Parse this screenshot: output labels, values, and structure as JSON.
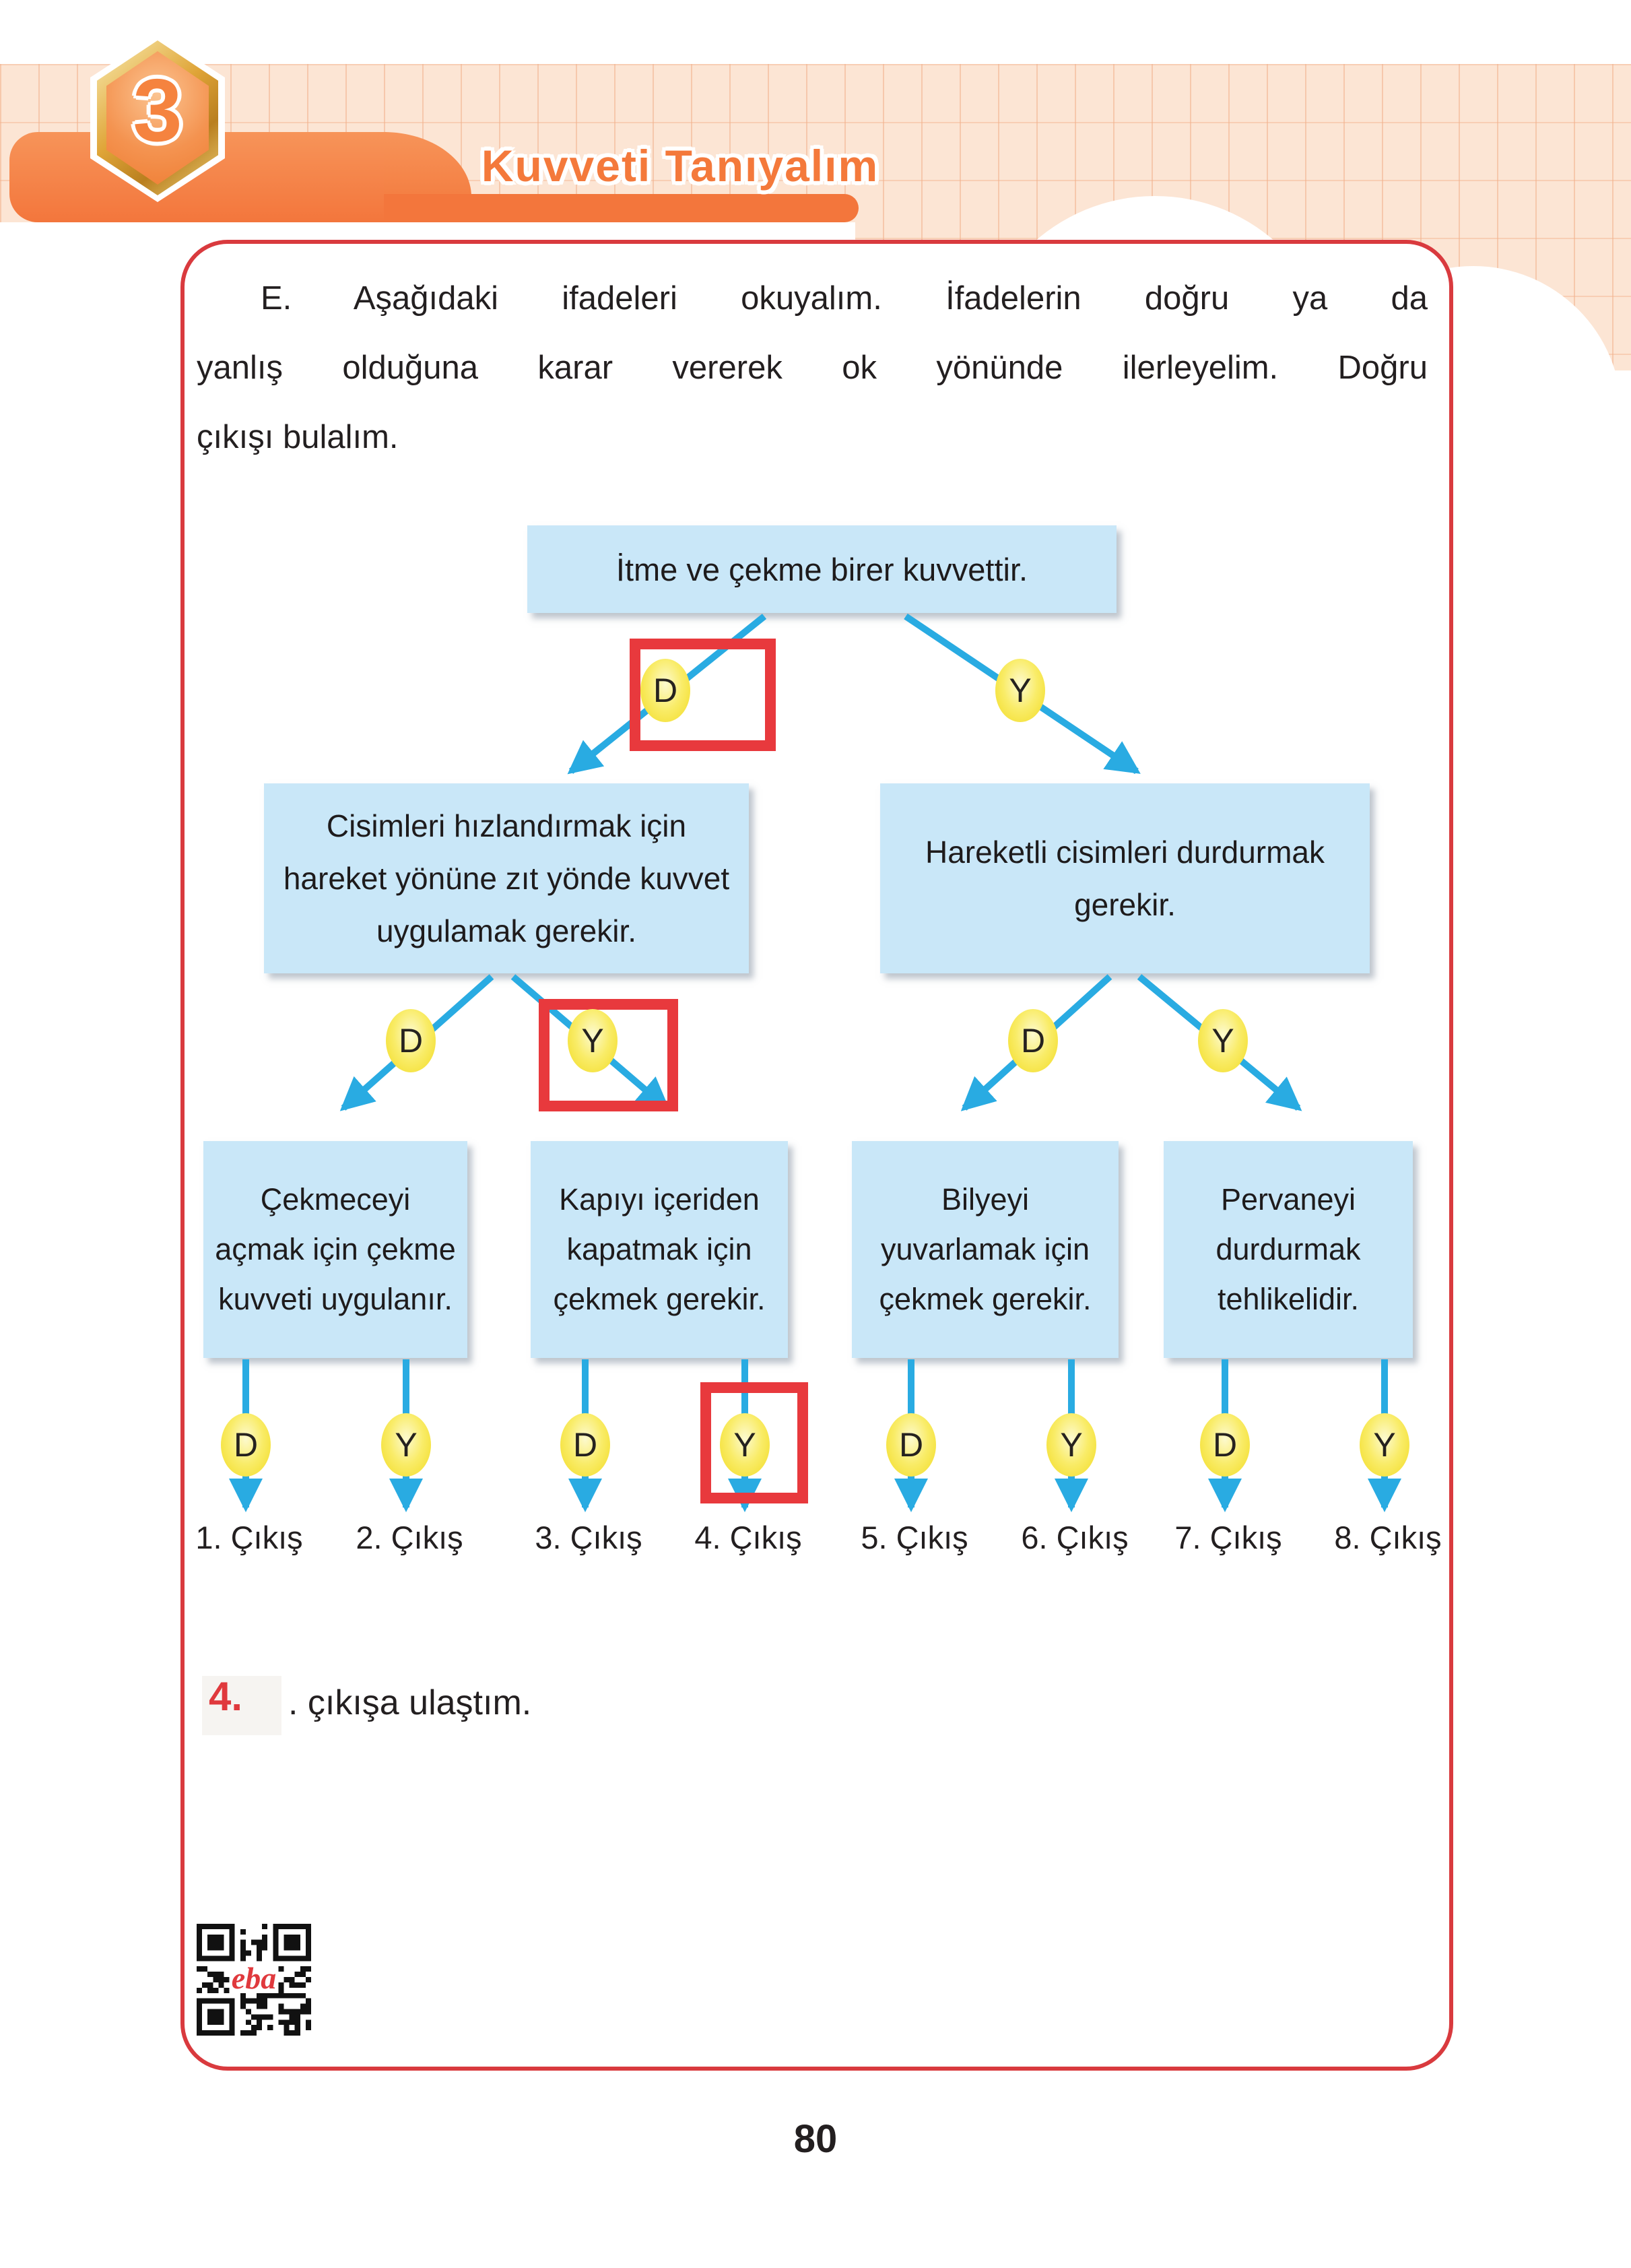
{
  "header": {
    "unit_number": "3",
    "title": "Kuvveti Tanıyalım"
  },
  "instructions": {
    "lines": [
      "E. Aşağıdaki ifadeleri okuyalım. İfadelerin doğru ya da",
      "yanlış olduğuna karar vererek ok yönünde ilerleyelim. Doğru",
      "çıkışı bulalım."
    ]
  },
  "tree": {
    "root": "İtme ve çekme birer kuvvettir.",
    "level2": [
      {
        "text": "Cisimleri hızlandırmak için hareket yönüne zıt yönde kuvvet uygulamak gerekir."
      },
      {
        "text": "Hareketli cisimleri durdurmak gerekir."
      }
    ],
    "level3": [
      {
        "text": "Çekmeceyi açmak için çekme kuvveti uygulanır."
      },
      {
        "text": "Kapıyı içeriden kapatmak için çekmek gerekir."
      },
      {
        "text": "Bilyeyi yuvarlamak için çekmek gerekir."
      },
      {
        "text": "Pervaneyi durdurmak tehlikelidir."
      }
    ],
    "circles": [
      {
        "letter": "D",
        "selected": true
      },
      {
        "letter": "Y",
        "selected": false
      },
      {
        "letter": "D",
        "selected": false
      },
      {
        "letter": "Y",
        "selected": true
      },
      {
        "letter": "D",
        "selected": false
      },
      {
        "letter": "Y",
        "selected": false
      },
      {
        "letter": "D",
        "selected": false
      },
      {
        "letter": "Y",
        "selected": false
      },
      {
        "letter": "D",
        "selected": false
      },
      {
        "letter": "Y",
        "selected": true
      },
      {
        "letter": "D",
        "selected": false
      },
      {
        "letter": "Y",
        "selected": false
      },
      {
        "letter": "D",
        "selected": false
      },
      {
        "letter": "Y",
        "selected": false
      }
    ],
    "exits": [
      "1. Çıkış",
      "2. Çıkış",
      "3. Çıkış",
      "4. Çıkış",
      "5. Çıkış",
      "6. Çıkış",
      "7. Çıkış",
      "8. Çıkış"
    ]
  },
  "answer": {
    "filled_value": "4.",
    "suffix": ". çıkışa ulaştım."
  },
  "qr": {
    "logo": "eba"
  },
  "page_number": "80",
  "colors": {
    "card_border_red": "#D93A3E",
    "selection_red": "#E8393D",
    "box_blue": "#C9E7F8",
    "arrow_blue": "#29ABE2",
    "circle_yellow": "#F2DB22",
    "banner_orange": "#F3763C",
    "band_peach": "#FCE5D4",
    "answer_red": "#E0393D"
  }
}
